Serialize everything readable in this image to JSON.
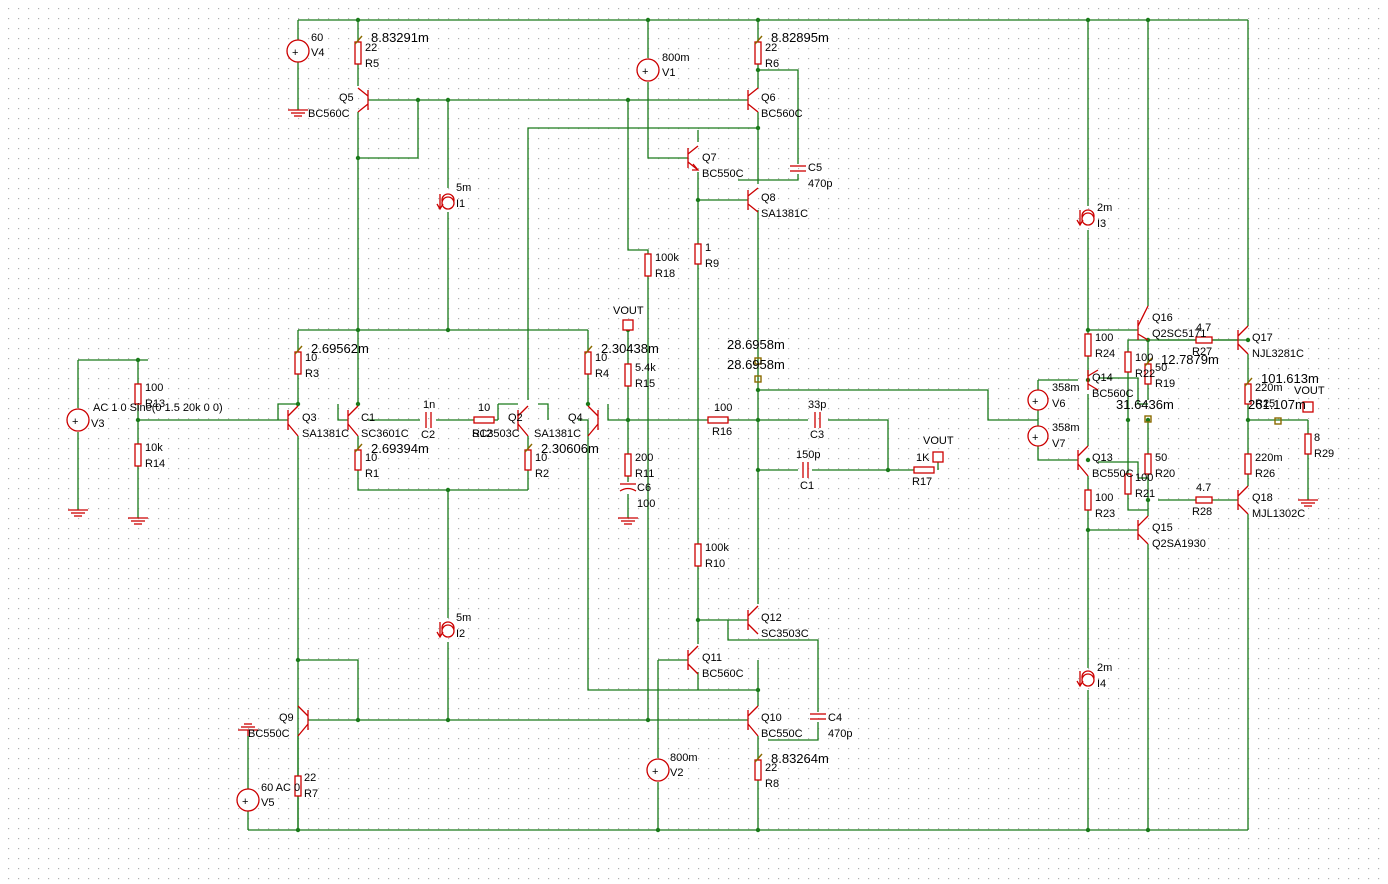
{
  "colors": {
    "wire": "#1a7a1a",
    "component": "#cc0000",
    "text": "#000000",
    "grid": "#b0b0b0",
    "background": "#ffffff"
  },
  "sources": {
    "V1": {
      "name": "V1",
      "value": "800m"
    },
    "V2": {
      "name": "V2",
      "value": "800m"
    },
    "V3": {
      "name": "V3",
      "value": "AC 1 0 Sine(0 1.5 20k 0 0)"
    },
    "V4": {
      "name": "V4",
      "value": "60"
    },
    "V5": {
      "name": "V5",
      "value": "60 AC 0"
    },
    "V6": {
      "name": "V6",
      "value": "358m"
    },
    "V7": {
      "name": "V7",
      "value": "358m"
    },
    "I1": {
      "name": "I1",
      "value": "5m"
    },
    "I2": {
      "name": "I2",
      "value": "5m"
    },
    "I3": {
      "name": "I3",
      "value": "2m"
    },
    "I4": {
      "name": "I4",
      "value": "2m"
    }
  },
  "resistors": {
    "R1": {
      "name": "R1",
      "value": "10"
    },
    "R2": {
      "name": "R2",
      "value": "10"
    },
    "R3": {
      "name": "R3",
      "value": "10"
    },
    "R4": {
      "name": "R4",
      "value": "10"
    },
    "R5": {
      "name": "R5",
      "value": "22"
    },
    "R6": {
      "name": "R6",
      "value": "22"
    },
    "R7": {
      "name": "R7",
      "value": "22"
    },
    "R8": {
      "name": "R8",
      "value": "22"
    },
    "R9": {
      "name": "R9",
      "value": "1"
    },
    "R10": {
      "name": "R10",
      "value": "100k"
    },
    "R11": {
      "name": "R11",
      "value": "200"
    },
    "R12": {
      "name": "R12",
      "value": "10"
    },
    "R13": {
      "name": "R13",
      "value": "100"
    },
    "R14": {
      "name": "R14",
      "value": "10k"
    },
    "R15": {
      "name": "R15",
      "value": "5.4k"
    },
    "R16": {
      "name": "R16",
      "value": "100"
    },
    "R17": {
      "name": "R17",
      "value": "1K"
    },
    "R18": {
      "name": "R18",
      "value": "100k"
    },
    "R19": {
      "name": "R19",
      "value": "50"
    },
    "R20": {
      "name": "R20",
      "value": "50"
    },
    "R21": {
      "name": "R21",
      "value": "100"
    },
    "R22": {
      "name": "R22",
      "value": "100"
    },
    "R23": {
      "name": "R23",
      "value": "100"
    },
    "R24": {
      "name": "R24",
      "value": "100"
    },
    "R26": {
      "name": "R26",
      "value": "220m"
    },
    "R27": {
      "name": "R27",
      "value": "4.7"
    },
    "R28": {
      "name": "R28",
      "value": "4.7"
    },
    "R29": {
      "name": "R29",
      "value": "8"
    },
    "R25": {
      "name": "R25",
      "value": "220m"
    }
  },
  "capacitors": {
    "C1": {
      "name": "C1",
      "value": "150p"
    },
    "C2": {
      "name": "C2",
      "value": "1n"
    },
    "C3": {
      "name": "C3",
      "value": "33p"
    },
    "C4": {
      "name": "C4",
      "value": "470p"
    },
    "C5": {
      "name": "C5",
      "value": "470p"
    },
    "C6": {
      "name": "C6",
      "value": "100"
    }
  },
  "transistors": {
    "Q1": {
      "name": "C1",
      "model": "SC3601C"
    },
    "Q2": {
      "name": "Q2",
      "model": "SC3503C"
    },
    "Q3": {
      "name": "Q3",
      "model": "SA1381C"
    },
    "Q4": {
      "name": "Q4",
      "model": "SA1381C"
    },
    "Q5": {
      "name": "Q5",
      "model": "BC560C"
    },
    "Q6": {
      "name": "Q6",
      "model": "BC560C"
    },
    "Q7": {
      "name": "Q7",
      "model": "BC550C"
    },
    "Q8": {
      "name": "Q8",
      "model": "SA1381C"
    },
    "Q9": {
      "name": "Q9",
      "model": "BC550C"
    },
    "Q10": {
      "name": "Q10",
      "model": "BC550C"
    },
    "Q11": {
      "name": "Q11",
      "model": "BC560C"
    },
    "Q12": {
      "name": "Q12",
      "model": "SC3503C"
    },
    "Q13": {
      "name": "Q13",
      "model": "BC550C"
    },
    "Q14": {
      "name": "Q14",
      "model": "BC560C"
    },
    "Q15": {
      "name": "Q15",
      "model": "Q2SA1930"
    },
    "Q16": {
      "name": "Q16",
      "model": "Q2SC5171"
    },
    "Q17": {
      "name": "Q17",
      "model": "NJL3281C"
    },
    "Q18": {
      "name": "Q18",
      "model": "MJL1302C"
    }
  },
  "probes": {
    "p1": "8.83291m",
    "p2": "8.82895m",
    "p3": "2.69562m",
    "p4": "2.30438m",
    "p5": "2.69394m",
    "p6": "2.30606m",
    "p7": "28.6958m",
    "p8": "28.6958m",
    "p9": "8.83264m",
    "p10": "12.7879m",
    "p11": "31.6436m",
    "p12": "101.613m",
    "p13": "261.107m"
  },
  "net_labels": {
    "vout1": "VOUT",
    "vout2": "VOUT",
    "vout3": "VOUT"
  }
}
